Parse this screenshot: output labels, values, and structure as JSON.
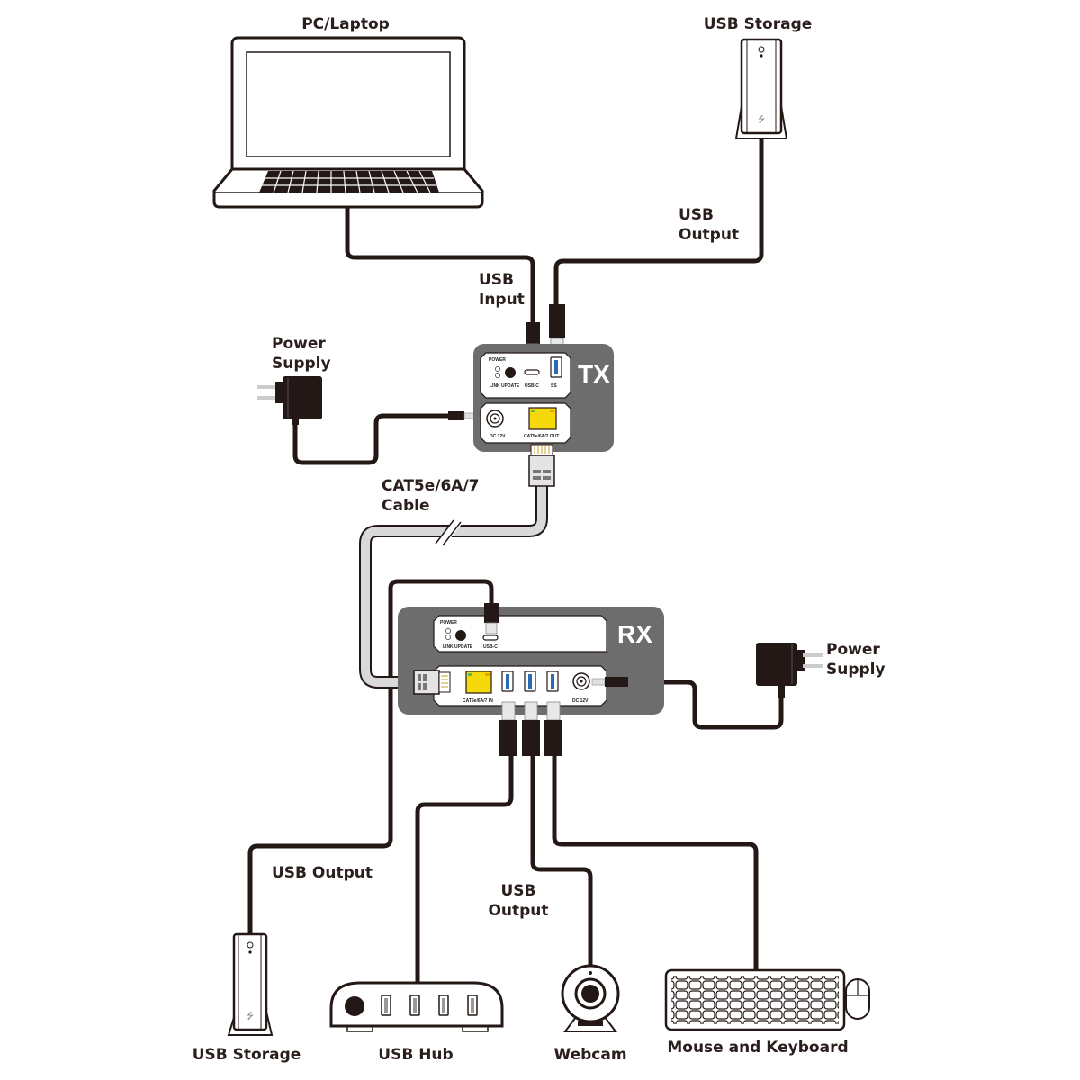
{
  "diagram": {
    "devices": {
      "pc": {
        "label": "PC/Laptop"
      },
      "usb_storage_top": {
        "label": "USB Storage"
      },
      "power_supply_tx": {
        "label_line1": "Power",
        "label_line2": "Supply"
      },
      "power_supply_rx": {
        "label_line1": "Power",
        "label_line2": "Supply"
      },
      "usb_storage_bottom": {
        "label": "USB Storage"
      },
      "usb_hub": {
        "label": "USB Hub"
      },
      "webcam": {
        "label": "Webcam"
      },
      "mouse_keyboard": {
        "label": "Mouse and Keyboard"
      }
    },
    "connections": {
      "usb_input": {
        "line1": "USB",
        "line2": "Input"
      },
      "usb_output_top": {
        "line1": "USB",
        "line2": "Output"
      },
      "cat_cable": {
        "line1": "CAT5e/6A/7",
        "line2": "Cable"
      },
      "usb_output_left": {
        "label": "USB Output"
      },
      "usb_output_center": {
        "line1": "USB",
        "line2": "Output"
      }
    },
    "tx_unit": {
      "name": "TX",
      "power_label": "POWER",
      "link_update_label": "LINK UPDATE",
      "usbc_label": "USB-C",
      "usb_label": "SS",
      "dc_label": "DC 12V",
      "cat_label": "CAT5e/6A/7 OUT"
    },
    "rx_unit": {
      "name": "RX",
      "power_label": "POWER",
      "link_update_label": "LINK UPDATE",
      "usbc_label": "USB-C",
      "cat_label": "CAT5e/6A/7 IN",
      "dc_label": "DC 12V"
    },
    "colors": {
      "device_body": "#6d6d6d",
      "cable_dark": "#231815",
      "cat_cable": "#d9d9d9",
      "rj45_port": "#f5d90a",
      "usb_port": "#2a6bb5",
      "label_text": "#2a1f1d"
    }
  }
}
